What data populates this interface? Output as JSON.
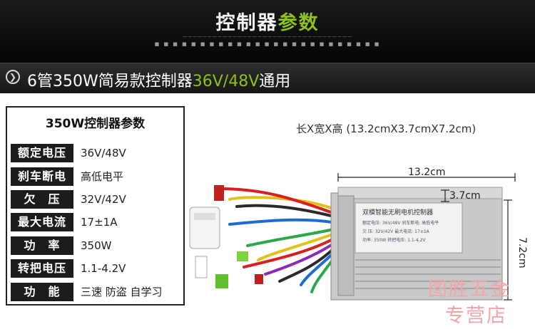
{
  "banner": {
    "title_white": "控制器",
    "title_green": "参数",
    "subtitle": "——————————————————————————————————",
    "dots": "■ ■ ■ ■ ■ ■ ■ ■ ■ ■ ■ ■ ■ ■ ■ ■ ■ ■ ■ ■ ■ ■ ■ ■ ■"
  },
  "subbar": {
    "icon": "chevron-right-icon",
    "text_pre": "6管350W简易款控制器",
    "text_highlight": "36V/48V",
    "text_post": "通用"
  },
  "spec_table": {
    "title": "350W控制器参数",
    "rows": [
      {
        "label": "额定电压",
        "value": "36V/48V"
      },
      {
        "label": "刹车断电",
        "value": "高低电平"
      },
      {
        "label": "欠　压",
        "value": "32V/42V"
      },
      {
        "label": "最大电流",
        "value": "17±1A"
      },
      {
        "label": "功　率",
        "value": "350W"
      },
      {
        "label": "转把电压",
        "value": "1.1-4.2V"
      },
      {
        "label": "功　能",
        "value": "三速 防盗 自学习"
      }
    ]
  },
  "dimensions": {
    "text": "长X宽X高 (13.2cmX3.7cmX7.2cm)",
    "length": "13.2cm",
    "width": "3.7cm",
    "height": "7.2cm"
  },
  "controller_label": {
    "title": "双模智能无刷电机控制器",
    "lines": [
      "额定电压: 36V/48V 刹车断电: 高低电平",
      "欠 压: 32V/42V 最大电流: 17±1A",
      "功率: 350W 转把电压: 1.1-4.2V"
    ]
  },
  "watermark": {
    "line1": "图胜五金",
    "line2": "专营店"
  },
  "colors": {
    "accent_green": "#8cc21c",
    "watermark": "#f3a5aa"
  }
}
